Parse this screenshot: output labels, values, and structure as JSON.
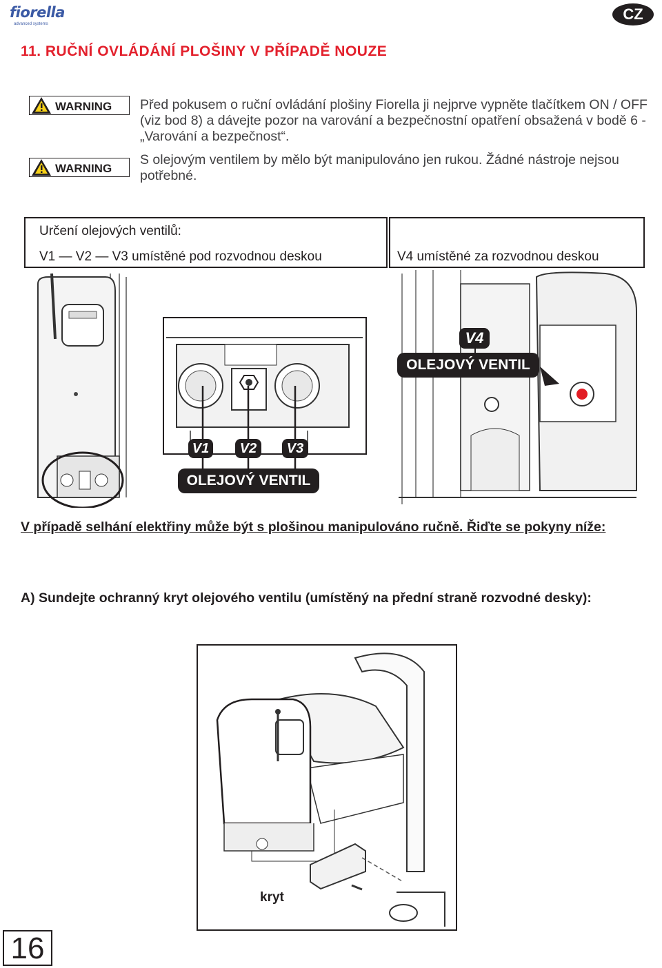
{
  "header": {
    "logo_text": "fiorella",
    "logo_sub": "advanced systems",
    "language_badge": "CZ"
  },
  "section": {
    "title": "11. RUČNÍ OVLÁDÁNÍ PLOŠINY V PŘÍPADĚ NOUZE"
  },
  "warnings": [
    {
      "label": "WARNING",
      "text": "Před pokusem o ruční ovládání plošiny Fiorella ji nejprve vypněte tlačítkem ON / OFF (viz bod 8) a dávejte pozor na varování a bezpečnostní opatření obsažená v bodě 6 - „Varování a bezpečnost“."
    },
    {
      "label": "WARNING",
      "text": "S olejovým ventilem by mělo být manipulováno jen rukou. Žádné nástroje nejsou potřebné."
    }
  ],
  "valves": {
    "left_heading": "Určení olejových ventilů:",
    "left_caption": "V1 — V2 — V3 umístěné pod rozvodnou deskou",
    "right_caption": "V4 umístěné za rozvodnou deskou",
    "v1": "V1",
    "v2": "V2",
    "v3": "V3",
    "v4": "V4",
    "oil_valve_label_left": "OLEJOVÝ VENTIL",
    "oil_valve_label_right": "OLEJOVÝ VENTIL"
  },
  "instructions": {
    "intro": "V případě selhání elektřiny může být s plošinou manipulováno ručně. Řiďte se pokyny níže:",
    "step_a": "A) Sundejte ochranný kryt olejového ventilu (umístěný na přední straně rozvodné desky):",
    "cover_label": "kryt"
  },
  "footer": {
    "page_number": "16"
  }
}
